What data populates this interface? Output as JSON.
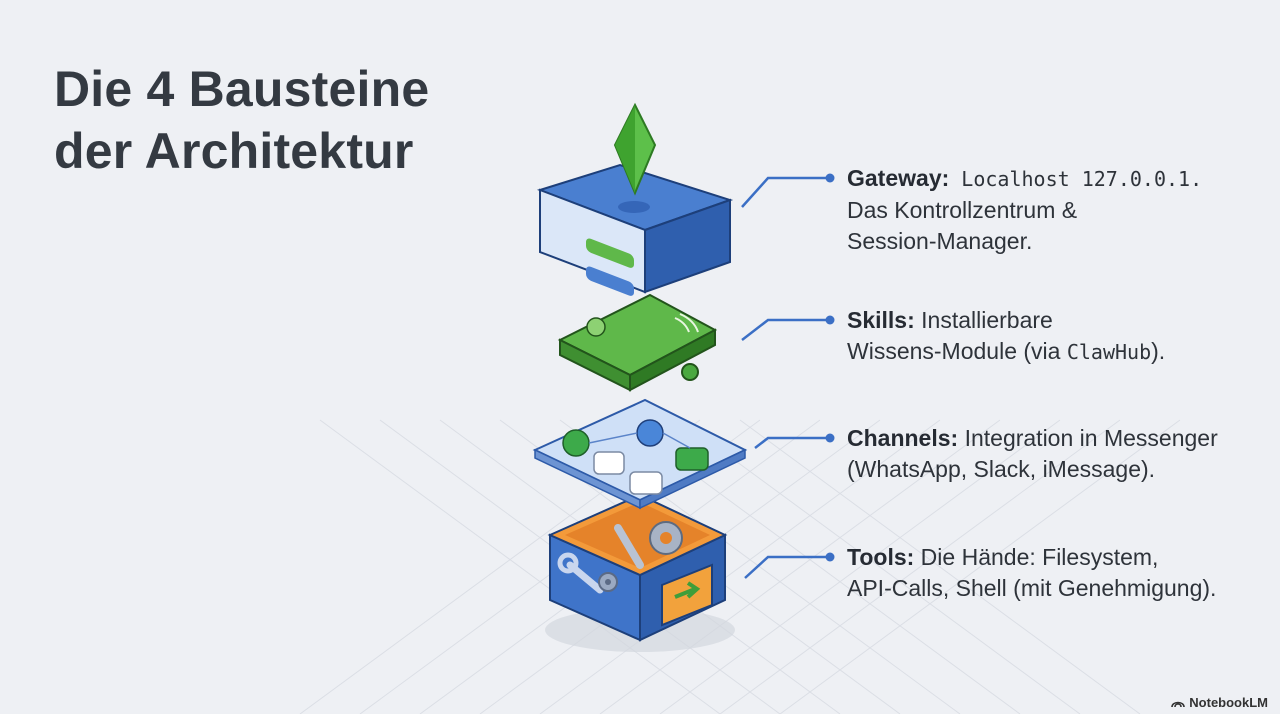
{
  "title": {
    "line1": "Die 4 Bausteine",
    "line2": "der Architektur"
  },
  "components": [
    {
      "label": "Gateway:",
      "desc_pre": " Localhost 127.0.0.1.",
      "desc_line2": "Das Kontrollzentrum &",
      "desc_line3": "Session-Manager.",
      "color": "#4a7fd0",
      "icon": "server-icon"
    },
    {
      "label": "Skills:",
      "desc_pre": " Installierbare",
      "desc_line2_a": "Wissens-Module (via ",
      "desc_line2_mono": "ClawHub",
      "desc_line2_b": ").",
      "color": "#4aa83f",
      "icon": "puzzle-icon"
    },
    {
      "label": "Channels:",
      "desc_pre": " Integration in Messenger",
      "desc_line2": "(WhatsApp, Slack, iMessage).",
      "color": "#7aa3e0",
      "icon": "messenger-window-icon"
    },
    {
      "label": "Tools:",
      "desc_pre": " Die Hände: Filesystem,",
      "desc_line2": "API-Calls, Shell (mit Genehmigung).",
      "color": "#3f74c9",
      "icon": "toolbox-icon"
    }
  ],
  "brand": {
    "name": "NotebookLM"
  }
}
